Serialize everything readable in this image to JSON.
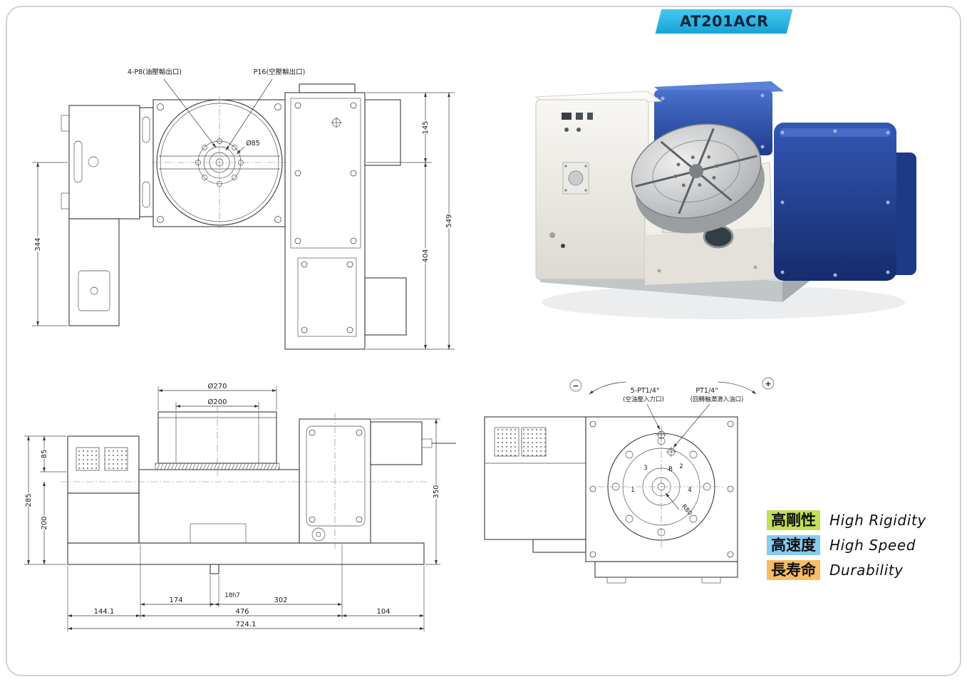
{
  "badge": {
    "model": "AT201ACR"
  },
  "colors": {
    "badge_gradient_top": "#45c8ef",
    "badge_gradient_bottom": "#17a3d6",
    "badge_text": "#0a2540",
    "machine_white": "#f2f0ea",
    "machine_blue": "#2a4da6",
    "feature_green": "#bfdf58",
    "feature_blue": "#85ccf0",
    "feature_orange": "#f6bd62"
  },
  "top_view": {
    "label_hydraulic": "4-P8(油壓輸出口)",
    "label_pneumatic": "P16(空壓輸出口)",
    "dia_85": "Ø85",
    "dim_145": "145",
    "dim_404": "404",
    "dim_549": "549",
    "dim_344": "344"
  },
  "front_view": {
    "dia_270": "Ø270",
    "dia_200": "Ø200",
    "dim_85": "85",
    "dim_285": "285",
    "dim_200": "200",
    "dim_350": "350",
    "dim_18h7": "18h7",
    "dim_174": "174",
    "dim_302": "302",
    "dim_144_1": "144.1",
    "dim_476": "476",
    "dim_104": "104",
    "dim_724_1": "724.1"
  },
  "rear_view": {
    "label_5pt": "5-PT1/4\"",
    "label_5pt_sub": "(空油壓入力口)",
    "label_pt": "PT1/4\"",
    "label_pt_sub": "(回轉軸潤滑入油口)",
    "minus_symbol": "−",
    "plus_symbol": "+",
    "hole_1": "1",
    "hole_2": "2",
    "hole_3": "3",
    "hole_4": "4",
    "hole_b": "B",
    "radius_r80": "R80"
  },
  "features": [
    {
      "zh": "高剛性",
      "en": "High Rigidity",
      "color": "#bfdf58"
    },
    {
      "zh": "高速度",
      "en": "High Speed",
      "color": "#85ccf0"
    },
    {
      "zh": "長寿命",
      "en": "Durability",
      "color": "#f6bd62"
    }
  ]
}
